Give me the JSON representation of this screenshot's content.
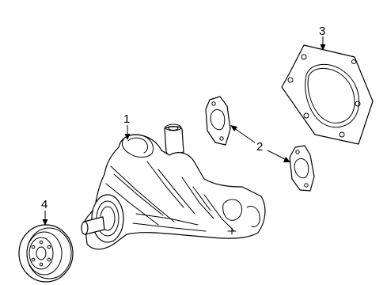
{
  "callouts": [
    {
      "id": "1",
      "text": "1",
      "part": "water-pump"
    },
    {
      "id": "2",
      "text": "2",
      "part": "gaskets"
    },
    {
      "id": "3",
      "text": "3",
      "part": "large-gasket"
    },
    {
      "id": "4",
      "text": "4",
      "part": "pulley"
    }
  ],
  "colors": {
    "line": "#000000",
    "background": "#ffffff"
  }
}
